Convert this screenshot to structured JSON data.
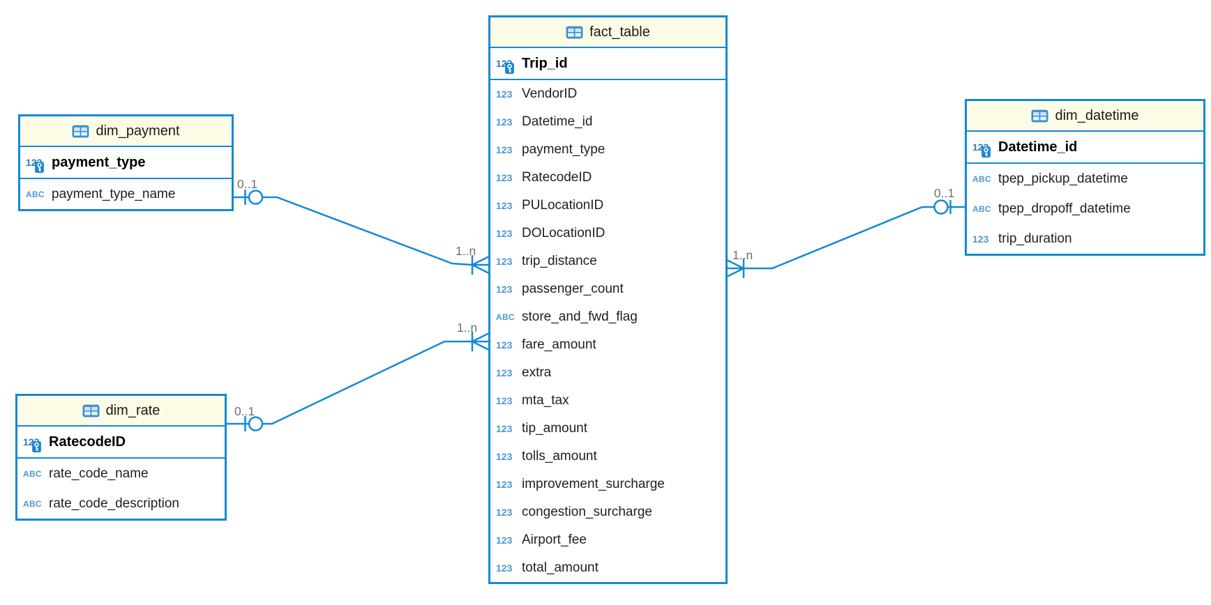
{
  "colors": {
    "line_blue": "#1389d6",
    "header_fill": "#fcfce6",
    "type_icon_blue": "#4f97d2",
    "pk_icon_blue": "#2e7cb9",
    "cardinality_label_gray": "#6f6f6f"
  },
  "icons": {
    "number": "123",
    "text": "ABC"
  },
  "tables": [
    {
      "title": "dim_payment",
      "pk": {
        "name": "payment_type",
        "type": "number"
      },
      "columns": [
        {
          "name": "payment_type_name",
          "type": "text"
        }
      ]
    },
    {
      "title": "dim_rate",
      "pk": {
        "name": "RatecodeID",
        "type": "number"
      },
      "columns": [
        {
          "name": "rate_code_name",
          "type": "text"
        },
        {
          "name": "rate_code_description",
          "type": "text"
        }
      ]
    },
    {
      "title": "fact_table",
      "pk": {
        "name": "Trip_id",
        "type": "number"
      },
      "columns": [
        {
          "name": "VendorID",
          "type": "number"
        },
        {
          "name": "Datetime_id",
          "type": "number"
        },
        {
          "name": "payment_type",
          "type": "number"
        },
        {
          "name": "RatecodeID",
          "type": "number"
        },
        {
          "name": "PULocationID",
          "type": "number"
        },
        {
          "name": "DOLocationID",
          "type": "number"
        },
        {
          "name": "trip_distance",
          "type": "number"
        },
        {
          "name": "passenger_count",
          "type": "number"
        },
        {
          "name": "store_and_fwd_flag",
          "type": "text"
        },
        {
          "name": "fare_amount",
          "type": "number"
        },
        {
          "name": "extra",
          "type": "number"
        },
        {
          "name": "mta_tax",
          "type": "number"
        },
        {
          "name": "tip_amount",
          "type": "number"
        },
        {
          "name": "tolls_amount",
          "type": "number"
        },
        {
          "name": "improvement_surcharge",
          "type": "number"
        },
        {
          "name": "congestion_surcharge",
          "type": "number"
        },
        {
          "name": "Airport_fee",
          "type": "number"
        },
        {
          "name": "total_amount",
          "type": "number"
        }
      ]
    },
    {
      "title": "dim_datetime",
      "pk": {
        "name": "Datetime_id",
        "type": "number"
      },
      "columns": [
        {
          "name": "tpep_pickup_datetime",
          "type": "text"
        },
        {
          "name": "tpep_dropoff_datetime",
          "type": "text"
        },
        {
          "name": "trip_duration",
          "type": "number"
        }
      ]
    }
  ],
  "relations": [
    {
      "from_table": "dim_payment",
      "to_table": "fact_table",
      "from_card": "0..1",
      "to_card": "1..n"
    },
    {
      "from_table": "dim_rate",
      "to_table": "fact_table",
      "from_card": "0..1",
      "to_card": "1..n"
    },
    {
      "from_table": "dim_datetime",
      "to_table": "fact_table",
      "from_card": "0..1",
      "to_card": "1..n"
    }
  ]
}
